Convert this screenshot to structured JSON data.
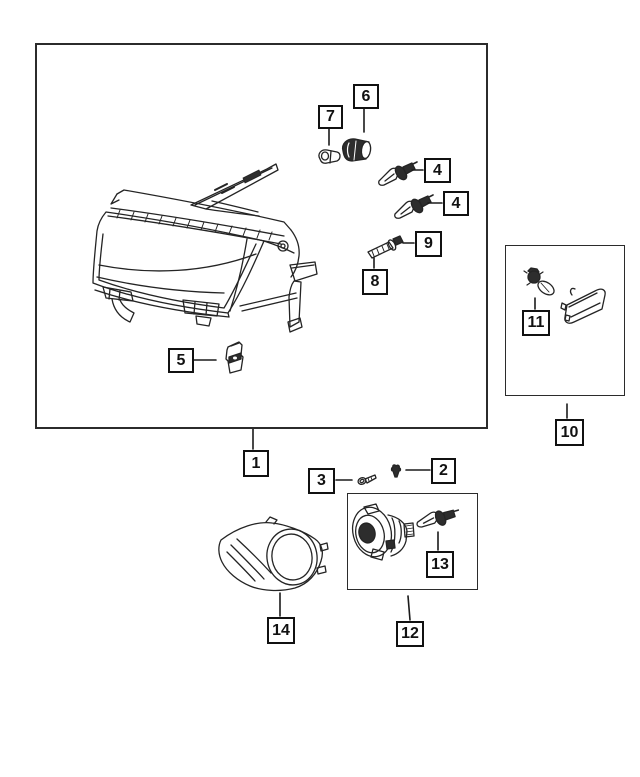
{
  "page": {
    "background_color": "#ffffff",
    "line_color": "#222222",
    "callout_border_color": "#111111"
  },
  "diagram": {
    "kind": "exploded-parts-diagram",
    "subject": "headlamp-and-fog-lamp-assembly",
    "callouts": {
      "c1": "1",
      "c2": "2",
      "c3": "3",
      "c4a": "4",
      "c4b": "4",
      "c5": "5",
      "c6": "6",
      "c7": "7",
      "c8": "8",
      "c9": "9",
      "c10": "10",
      "c11": "11",
      "c12": "12",
      "c13": "13",
      "c14": "14"
    },
    "parts": [
      {
        "callout": "1",
        "drawing": "headlamp-assembly-drawing"
      },
      {
        "callout": "2",
        "drawing": "retainer-clip-drawing"
      },
      {
        "callout": "3",
        "drawing": "mounting-screw-drawing"
      },
      {
        "callout": "4",
        "drawing": "halogen-bulb-drawing"
      },
      {
        "callout": "5",
        "drawing": "headlamp-bracket-clip-drawing"
      },
      {
        "callout": "6",
        "drawing": "bulb-socket-drawing"
      },
      {
        "callout": "7",
        "drawing": "wedge-bulb-drawing"
      },
      {
        "callout": "8",
        "drawing": "adjusting-screw-drawing"
      },
      {
        "callout": "9",
        "drawing": "adjusting-screw-drawing"
      },
      {
        "callout": "10",
        "drawing": "side-marker-lamp-group"
      },
      {
        "callout": "11",
        "drawing": "side-marker-socket-bulb-drawing"
      },
      {
        "callout": "12",
        "drawing": "fog-lamp-group"
      },
      {
        "callout": "13",
        "drawing": "fog-lamp-bulb-drawing"
      },
      {
        "callout": "14",
        "drawing": "fog-lamp-bezel-drawing"
      }
    ]
  }
}
